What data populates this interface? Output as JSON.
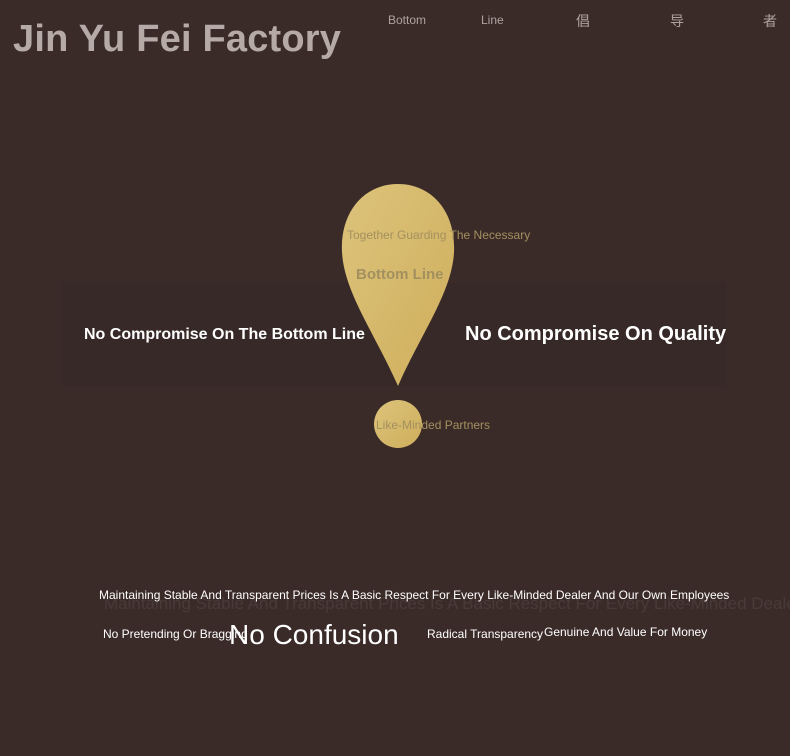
{
  "header": {
    "brand": "Jin Yu Fei Factory",
    "nav": [
      "Bottom",
      "Line",
      "倡",
      "导",
      "者"
    ]
  },
  "mark": {
    "upper_caption": "Together Guarding The Necessary",
    "main_label": "Bottom Line",
    "dot_caption": "Like-Minded Partners"
  },
  "slogans": {
    "left": "No Compromise On The Bottom Line",
    "right": "No Compromise On Quality"
  },
  "footer": {
    "statement": "Maintaining Stable And Transparent Prices Is A Basic Respect For Every Like-Minded Dealer And Our Own Employees",
    "tag1": "No Pretending Or Bragging",
    "highlight": "No Confusion",
    "tag2": "Radical Transparency",
    "tag3": "Genuine And Value For Money"
  },
  "colors": {
    "background": "#3a2b29",
    "gold": "#d9bd6e",
    "gold_text": "#a3905f",
    "nav_text": "#aea39e"
  }
}
